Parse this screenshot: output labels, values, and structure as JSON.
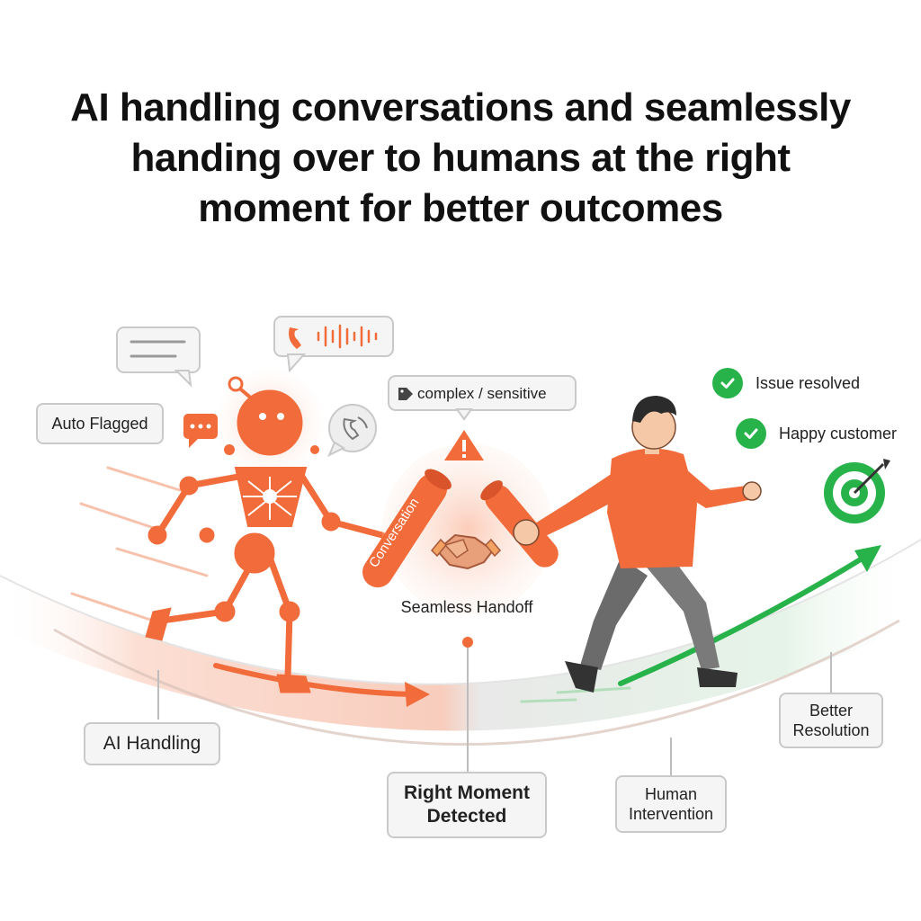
{
  "title": {
    "line1": "AI handling conversations and seamlessly",
    "line2": "handing over to humans at the right",
    "line3": "moment for better outcomes"
  },
  "labels": {
    "auto_flagged": "Auto Flagged",
    "complex_sensitive": "complex / sensitive",
    "seamless_handoff": "Seamless Handoff",
    "ai_handling": "AI Handling",
    "right_moment_line1": "Right Moment",
    "right_moment_line2": "Detected",
    "human_line1": "Human",
    "human_line2": "Intervention",
    "better_line1": "Better",
    "better_line2": "Resolution",
    "baton_text": "Conversation"
  },
  "outcomes": [
    {
      "text": "Issue resolved"
    },
    {
      "text": "Happy customer"
    }
  ],
  "icons": {
    "robot": "ai-robot-icon",
    "person": "human-agent-icon",
    "handshake": "handshake-icon",
    "warning": "warning-icon",
    "target": "target-icon",
    "phone": "phone-icon",
    "chat": "chat-bubble-icon",
    "tag": "tag-icon",
    "check": "check-icon"
  },
  "colors": {
    "accent_orange": "#f26b3a",
    "success_green": "#27b24a",
    "label_bg": "#f5f5f5",
    "label_border": "#c9c9c9"
  }
}
